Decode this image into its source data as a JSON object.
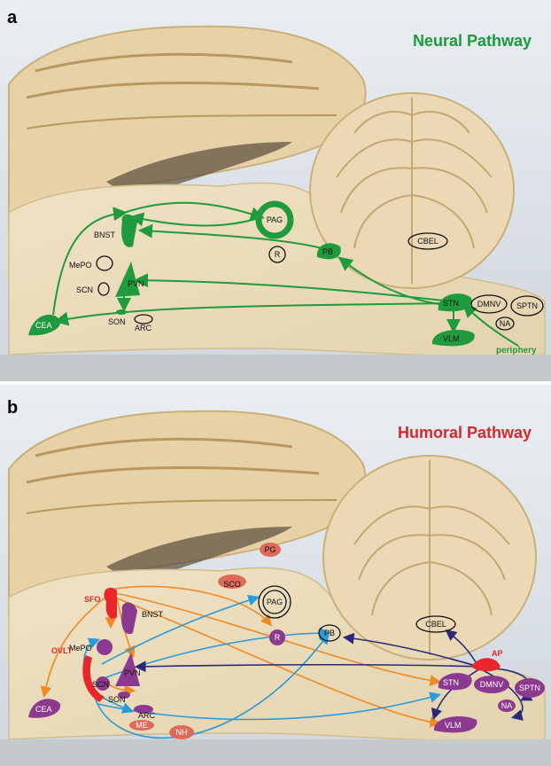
{
  "panel_a": {
    "letter": "a",
    "title": "Neural Pathway",
    "title_color": "#1a9a3a",
    "labels": {
      "bnst": "BNST",
      "mepo": "MePO",
      "scn": "SCN",
      "pvn": "PVN",
      "son": "SON",
      "arc": "ARC",
      "cea": "CEA",
      "pag": "PAG",
      "r": "R",
      "pb": "PB",
      "cbel": "CBEL",
      "stn": "STN",
      "dmnv": "DMNV",
      "sptn": "SPTN",
      "na": "NA",
      "vlm": "VLM",
      "periphery": "periphery"
    }
  },
  "panel_b": {
    "letter": "b",
    "title": "Humoral Pathway",
    "title_color": "#d8262f",
    "labels": {
      "sfo": "SFO",
      "bnst": "BNST",
      "mepo": "MePO",
      "ovlt": "OVLT",
      "scn": "SCN",
      "pvn": "PVN",
      "son": "SON",
      "arc": "ARC",
      "me": "ME",
      "nh": "NH",
      "cea": "CEA",
      "sco": "SCO",
      "pg": "PG",
      "pag": "PAG",
      "r": "R",
      "pb": "PB",
      "cbel": "CBEL",
      "ap": "AP",
      "stn": "STN",
      "dmnv": "DMNV",
      "sptn": "SPTN",
      "na": "NA",
      "vlm": "VLM"
    }
  },
  "colors": {
    "neural_green": "#1f9a3c",
    "nucleus_purple": "#8b3a8f",
    "cvo_red": "#e8262b",
    "arrow_orange": "#f08a24",
    "arrow_blue": "#2a9ad8",
    "arrow_navy": "#2a2a7a"
  }
}
